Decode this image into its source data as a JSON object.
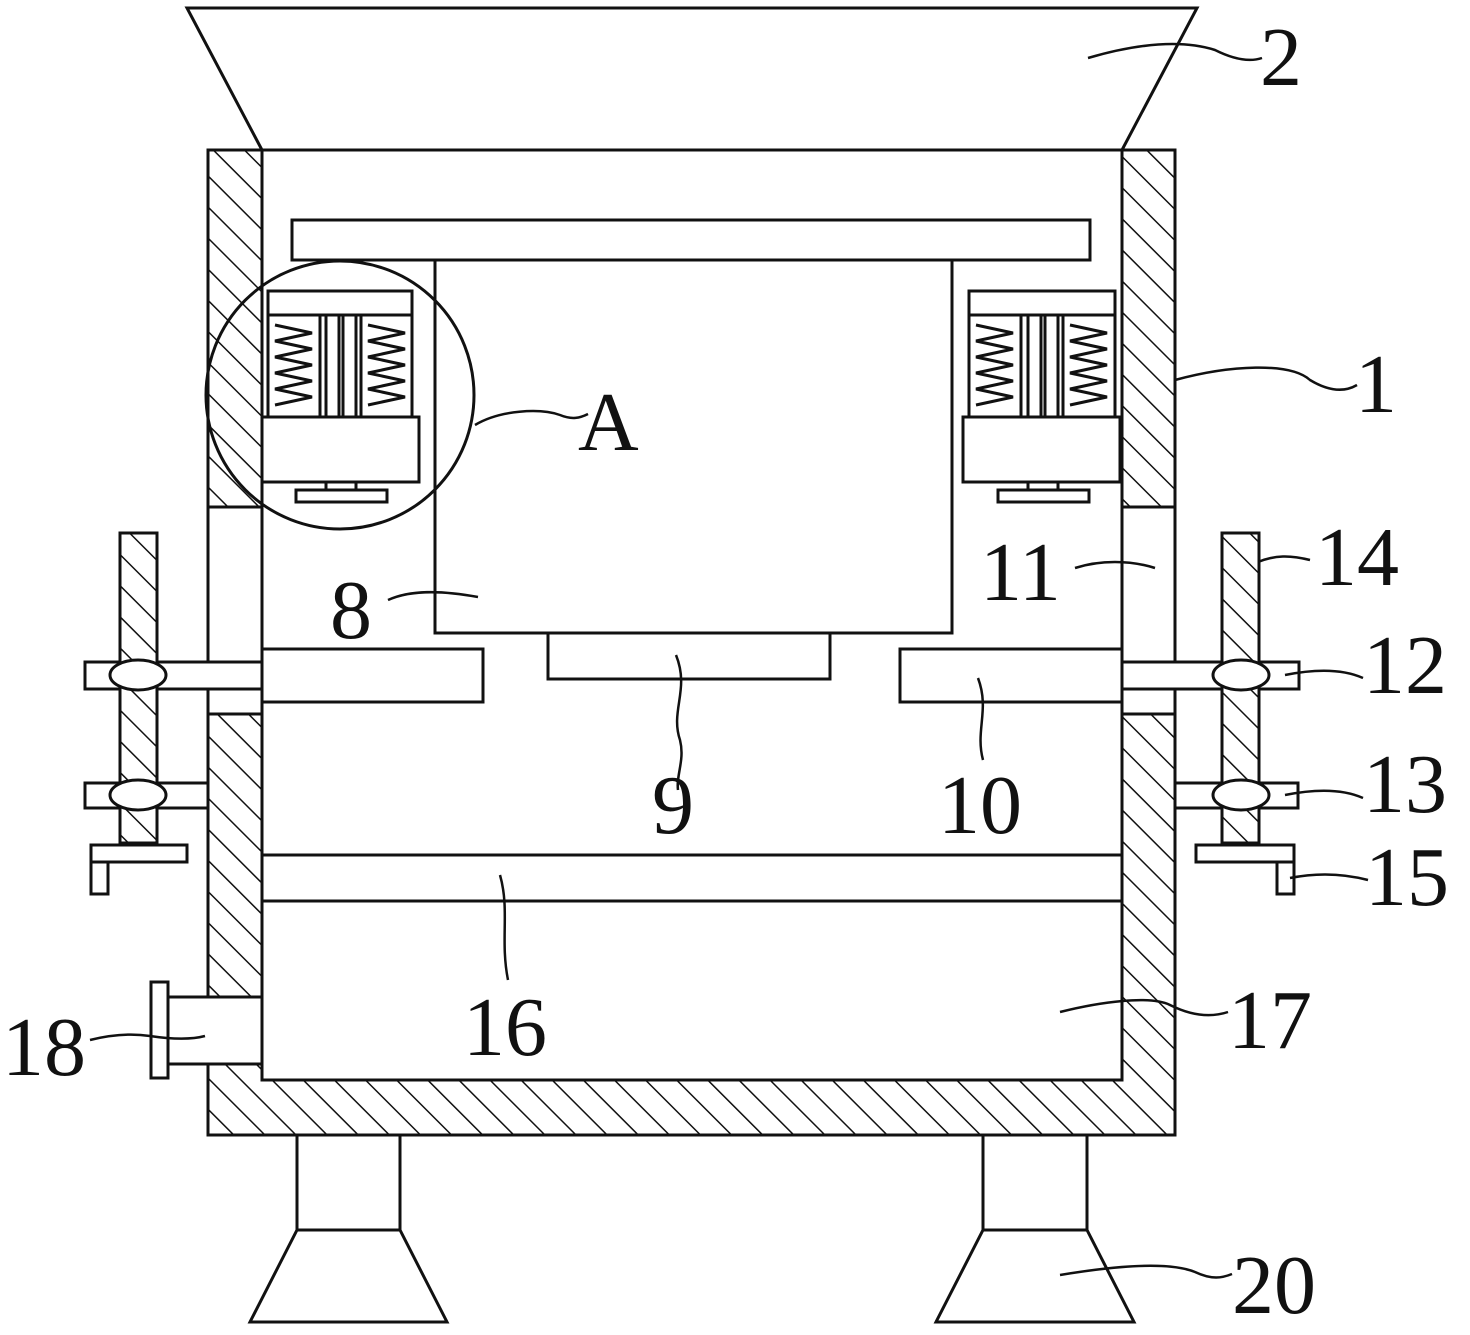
{
  "labels": {
    "l1": "1",
    "l2": "2",
    "lA": "A",
    "l8": "8",
    "l9": "9",
    "l10": "10",
    "l11": "11",
    "l12": "12",
    "l13": "13",
    "l14": "14",
    "l15": "15",
    "l16": "16",
    "l17": "17",
    "l18": "18",
    "l20": "20"
  }
}
